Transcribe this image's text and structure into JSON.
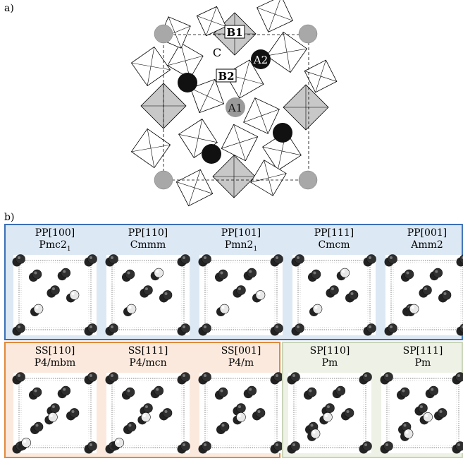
{
  "labels": {
    "panel_a": "a)",
    "panel_b": "b)"
  },
  "structure": {
    "site_labels": {
      "B1": "B1",
      "B2": "B2",
      "C": "C",
      "A1": "A1",
      "A2": "A2"
    }
  },
  "colors": {
    "blue_box": "#3a6fb5",
    "blue_fill": "#dce8f4",
    "orange_box": "#e08a3a",
    "orange_fill": "#fbe9de",
    "green_box": "#c9d4b8",
    "green_fill": "#eef2e6",
    "dark_atom": "#2f2f2f",
    "light_atom": "#e8e8e8",
    "grey_octahedron": "#c8c8c8"
  },
  "panel_b": {
    "groups": [
      {
        "name": "PP",
        "cells": [
          {
            "label": "PP[100]",
            "space_group": "Pmc2",
            "sub": "1"
          },
          {
            "label": "PP[110]",
            "space_group": "Cmmm",
            "sub": ""
          },
          {
            "label": "PP[101]",
            "space_group": "Pmn2",
            "sub": "1"
          },
          {
            "label": "PP[111]",
            "space_group": "Cmcm",
            "sub": ""
          },
          {
            "label": "PP[001]",
            "space_group": "Amm2",
            "sub": ""
          }
        ]
      },
      {
        "name": "SS",
        "cells": [
          {
            "label": "SS[110]",
            "space_group": "P4/mbm",
            "sub": ""
          },
          {
            "label": "SS[111]",
            "space_group": "P4/mcn",
            "sub": ""
          },
          {
            "label": "SS[001]",
            "space_group": "P4/m",
            "sub": ""
          }
        ]
      },
      {
        "name": "SP",
        "cells": [
          {
            "label": "SP[110]",
            "space_group": "Pm",
            "sub": ""
          },
          {
            "label": "SP[111]",
            "space_group": "Pm",
            "sub": ""
          }
        ]
      }
    ]
  }
}
